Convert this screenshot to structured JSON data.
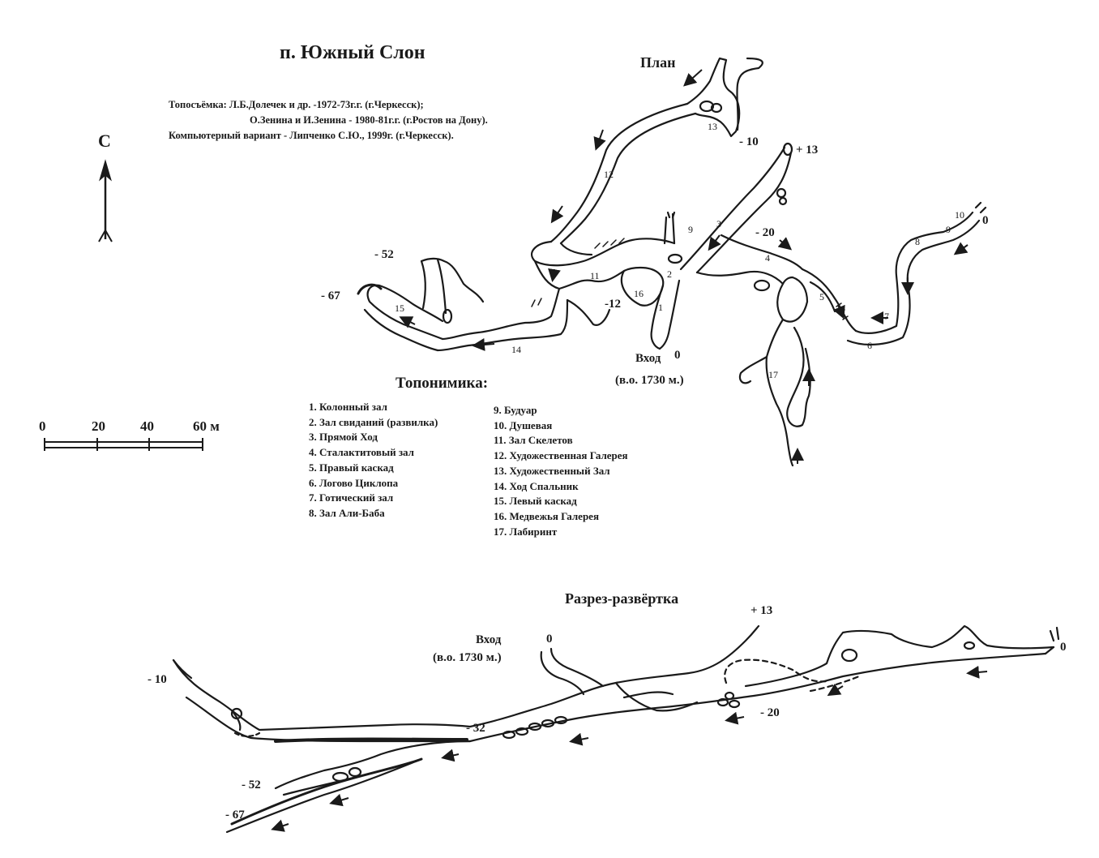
{
  "title": "п. Южный Слон",
  "credits": [
    "Топосъёмка: Л.Б.Долечек и др. -1972-73г.г. (г.Черкесск);",
    "О.Зенина и И.Зенина - 1980-81г.г. (г.Ростов на Дону).",
    "Компьютерный вариант - Липченко С.Ю., 1999г. (г.Черкесск)."
  ],
  "north_label": "С",
  "plan": {
    "title": "План",
    "entrance": {
      "label": "Вход",
      "elevation": "(в.о. 1730 м.)",
      "depth": "0"
    },
    "depths": [
      "- 52",
      "- 67",
      "- 10",
      "+ 13",
      "- 20",
      "0",
      "-12"
    ],
    "point_numbers": [
      "1",
      "2",
      "3",
      "4",
      "5",
      "6",
      "7",
      "8",
      "9",
      "9",
      "10",
      "11",
      "12",
      "13",
      "14",
      "15",
      "16",
      "17"
    ]
  },
  "scale": {
    "ticks": [
      "0",
      "20",
      "40",
      "60 м"
    ]
  },
  "toponymy": {
    "title": "Топонимика:",
    "left": [
      "1.  Колонный зал",
      "2. Зал свиданий (развилка)",
      "3. Прямой Ход",
      "4. Сталактитовый зал",
      "5. Правый каскад",
      "6. Логово Циклопа",
      "7. Готический зал",
      "8. Зал Али-Баба"
    ],
    "right": [
      "9. Будуар",
      "10. Душевая",
      "11. Зал Скелетов",
      "12. Художественная Галерея",
      "13. Художественный Зал",
      "14. Ход Спальник",
      "15. Левый каскад",
      "16. Медвежья Галерея",
      "17. Лабиринт"
    ]
  },
  "section": {
    "title": "Разрез-развёртка",
    "entrance": {
      "label": "Вход",
      "elevation": "(в.о. 1730 м.)",
      "depth": "0"
    },
    "depths": [
      "+ 13",
      "0",
      "- 10",
      "- 32",
      "- 20",
      "- 52",
      "- 67"
    ]
  }
}
